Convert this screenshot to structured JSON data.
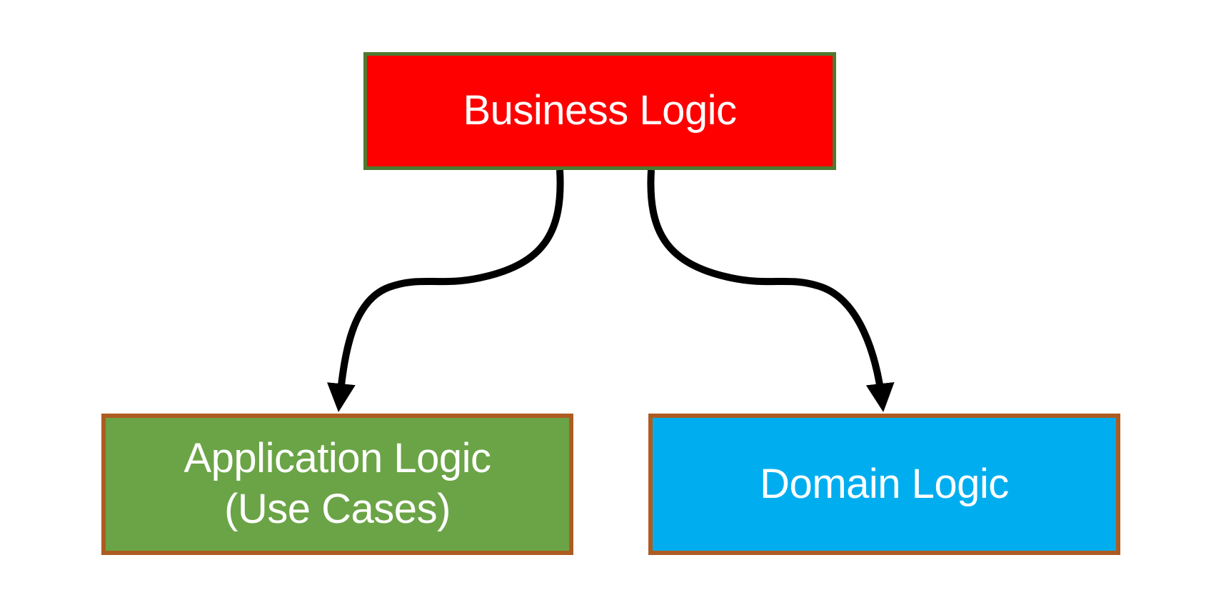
{
  "diagram": {
    "background_color": "#FFFFFF",
    "nodes": [
      {
        "label": "Business Logic",
        "fill": "#FE0000",
        "border_color": "#4E7A30",
        "text_color": "#FFFFFF"
      },
      {
        "label_lines": [
          "Application Logic",
          "(Use Cases)"
        ],
        "fill": "#6BA447",
        "border_color": "#AD5C21",
        "text_color": "#FFFFFF"
      },
      {
        "label": "Domain Logic",
        "fill": "#00AEEF",
        "border_color": "#AD5C21",
        "text_color": "#FFFFFF"
      }
    ],
    "connectors": [
      {
        "from": "Business Logic",
        "to": "Application Logic (Use Cases)",
        "color": "#000000"
      },
      {
        "from": "Business Logic",
        "to": "Domain Logic",
        "color": "#000000"
      }
    ]
  }
}
